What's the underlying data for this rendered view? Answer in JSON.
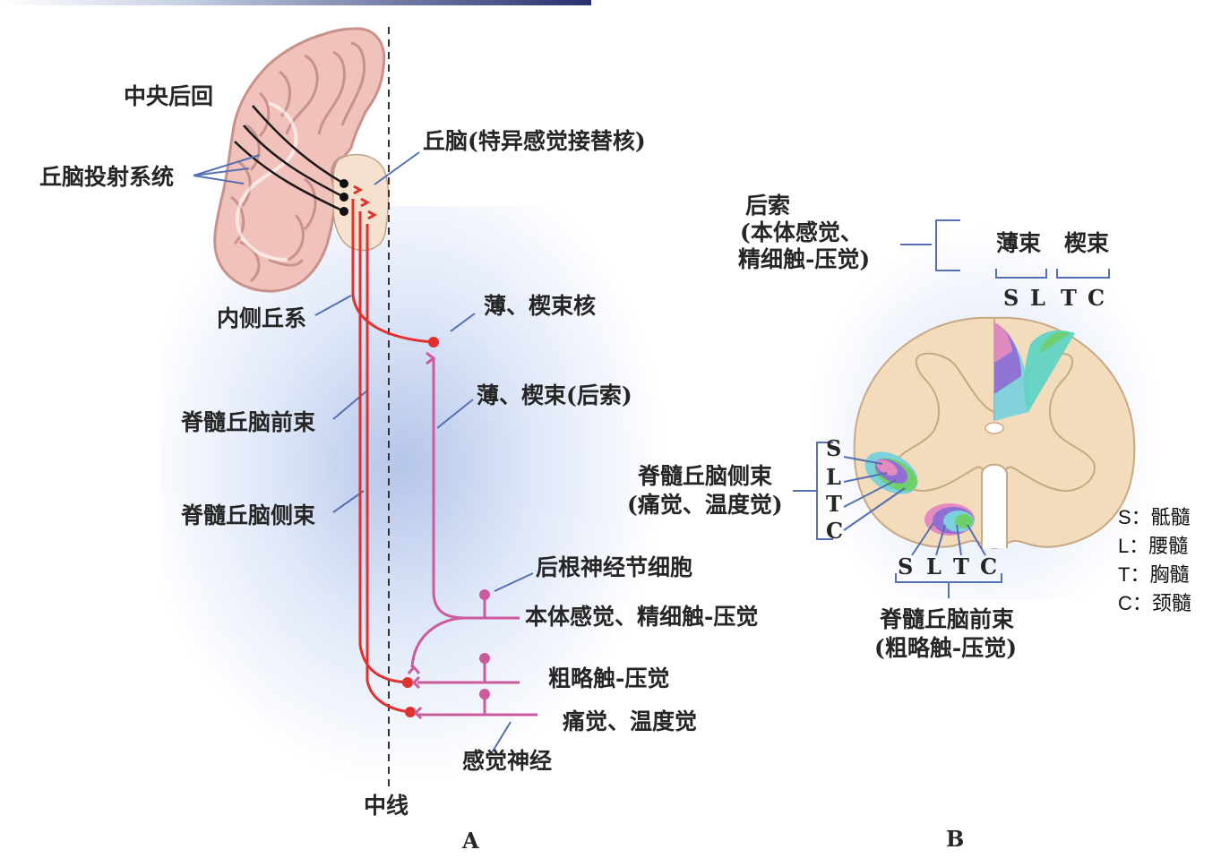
{
  "panel_a": {
    "letter": "A",
    "postcentral_gyrus": "中央后回",
    "thalamocortical": "丘脑投射系统",
    "thalamus": "丘脑(特异感觉接替核)",
    "medial_lemniscus": "内侧丘系",
    "gracile_cuneate_nuclei": "薄、楔束核",
    "gracile_cuneate_fasciculi": "薄、楔束(后索)",
    "anterior_spinothalamic": "脊髓丘脑前束",
    "lateral_spinothalamic": "脊髓丘脑侧束",
    "drg_cell": "后根神经节细胞",
    "proprioception": "本体感觉、精细触-压觉",
    "crude_touch": "粗略触-压觉",
    "pain_temp": "痛觉、温度觉",
    "sensory_nerve": "感觉神经",
    "midline": "中线"
  },
  "panel_b": {
    "letter": "B",
    "dorsal_column_title": "后索",
    "dorsal_column_sub1": "(本体感觉、",
    "dorsal_column_sub2": "精细触-压觉)",
    "gracile": "薄束",
    "cuneate": "楔束",
    "dorsal_letters": [
      "S",
      "L",
      "T",
      "C"
    ],
    "lateral_title": "脊髓丘脑侧束",
    "lateral_sub": "(痛觉、温度觉)",
    "lateral_letters": [
      "S",
      "L",
      "T",
      "C"
    ],
    "anterior_letters": [
      "S",
      "L",
      "T",
      "C"
    ],
    "anterior_title": "脊髓丘脑前束",
    "anterior_sub": "(粗略触-压觉)"
  },
  "legend": [
    "S：骶髓",
    "L：腰髓",
    "T：胸髓",
    "C：颈髓"
  ],
  "colors": {
    "spinothalamic": "#e0312e",
    "dorsal_column": "#cc5a9e",
    "cortex": "#f3c9c2",
    "cord": "#f2dcbc",
    "midline": "#333333"
  }
}
